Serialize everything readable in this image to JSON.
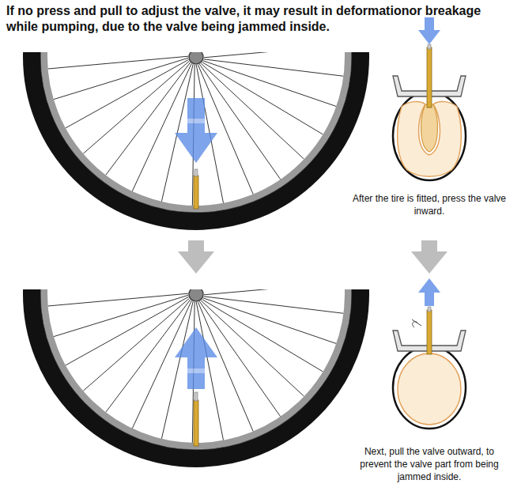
{
  "diagram": {
    "title": "If no press and pull to adjust the valve, it may result in deformationor breakage while pumping, due to the valve being jammed inside.",
    "labels": [
      "After the tire is fitted, press the valve inward.",
      "Next, pull the valve outward, to prevent the valve part from being jammed inside."
    ]
  }
}
